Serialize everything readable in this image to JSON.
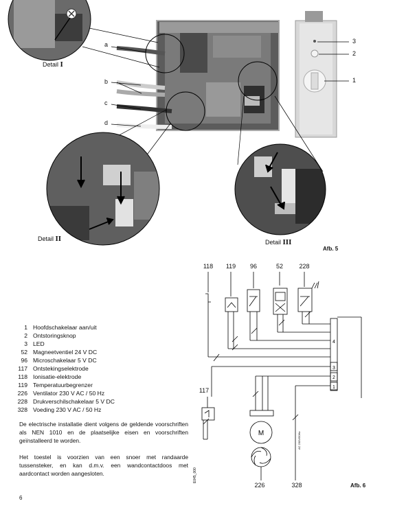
{
  "figure5": {
    "callouts": {
      "a": "a",
      "b": "b",
      "c": "c",
      "d": "d"
    },
    "side_numbers": {
      "n3": "3",
      "n2": "2",
      "n1": "1"
    },
    "detail_I": {
      "prefix": "Detail",
      "roman": "I"
    },
    "detail_II": {
      "prefix": "Detail",
      "roman": "II"
    },
    "detail_III": {
      "prefix": "Detail",
      "roman": "III"
    },
    "caption": "Afb. 5"
  },
  "legend": [
    {
      "num": "1",
      "text": "Hoofdschakelaar aan/uit"
    },
    {
      "num": "2",
      "text": "Ontstoringsknop"
    },
    {
      "num": "3",
      "text": "LED"
    },
    {
      "num": "52",
      "text": "Magneetventiel 24 V DC"
    },
    {
      "num": "96",
      "text": "Microschakelaar 5 V DC"
    },
    {
      "num": "117",
      "text": "Ontstekingselektrode"
    },
    {
      "num": "118",
      "text": "Ionisatie-elektrode"
    },
    {
      "num": "119",
      "text": "Temperatuurbegrenzer"
    },
    {
      "num": "226",
      "text": "Ventilator 230 V AC / 50 Hz"
    },
    {
      "num": "228",
      "text": "Drukverschilschakelaar 5 V DC"
    },
    {
      "num": "328",
      "text": "Voeding 230 V AC / 50 Hz"
    }
  ],
  "paragraphs": {
    "p1": "De electrische installatie dient volgens de geldende voorschriften als NEN 1010 en de plaatselijke eisen en voorschriften geïnstalleerd te worden.",
    "p2": "Het toestel is voorzien van een snoer met randaarde tussensteker, en kan d.m.v. een wandcontactdoos met aardcontact worden aangesloten."
  },
  "figure6": {
    "top_labels": {
      "c118": "118",
      "c119": "119",
      "c96": "96",
      "c52": "52",
      "c228": "228"
    },
    "bottom_labels": {
      "c117": "117",
      "c226": "226",
      "c328": "328"
    },
    "connector": {
      "pin4": "4",
      "pin3": "3",
      "pin2": "2",
      "pin1": "1"
    },
    "motor": "M",
    "supply_note": "AC 230V/50Hz",
    "drawing_code": "E045_000",
    "caption": "Afb. 6"
  },
  "page_number": "6"
}
